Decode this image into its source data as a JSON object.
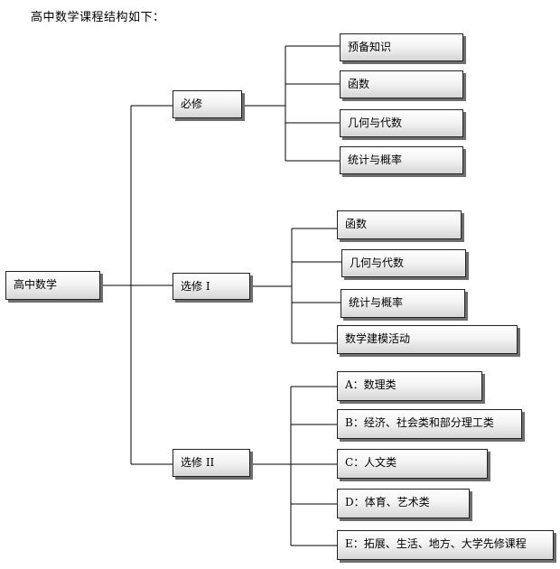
{
  "title": "高中数学课程结构如下：",
  "root": "高中数学",
  "groups": [
    {
      "label": "必修",
      "items": [
        "预备知识",
        "函数",
        "几何与代数",
        "统计与概率"
      ]
    },
    {
      "label": "选修 I",
      "items": [
        "函数",
        "几何与代数",
        "统计与概率",
        "数学建模活动"
      ]
    },
    {
      "label": "选修 II",
      "items": [
        "A：数理类",
        "B：经济、社会类和部分理工类",
        "C：人文类",
        "D：体育、艺术类",
        "E：拓展、生活、地方、大学先修课程"
      ]
    }
  ]
}
